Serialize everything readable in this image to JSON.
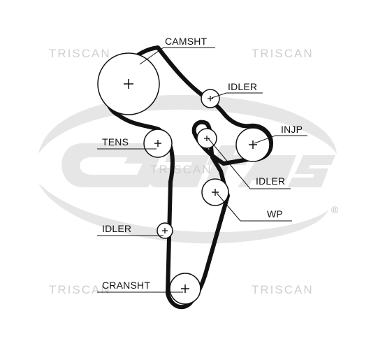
{
  "brand": {
    "watermark_text": "TRISCAN",
    "logo_mark": "Gates",
    "registered_symbol": "®",
    "logo_color": "#e6e6e6",
    "watermark_color": "#cfcfcf"
  },
  "diagram": {
    "belt_color": "#111111",
    "pulleys": [
      {
        "id": "camshaft",
        "label": "CAMSHT"
      },
      {
        "id": "idler-top",
        "label": "IDLER"
      },
      {
        "id": "injection-pump",
        "label": "INJP"
      },
      {
        "id": "tensioner",
        "label": "TENS"
      },
      {
        "id": "idler-middle",
        "label": "IDLER"
      },
      {
        "id": "water-pump",
        "label": "WP"
      },
      {
        "id": "idler-lower",
        "label": "IDLER"
      },
      {
        "id": "crankshaft",
        "label": "CRANSHT"
      }
    ]
  }
}
